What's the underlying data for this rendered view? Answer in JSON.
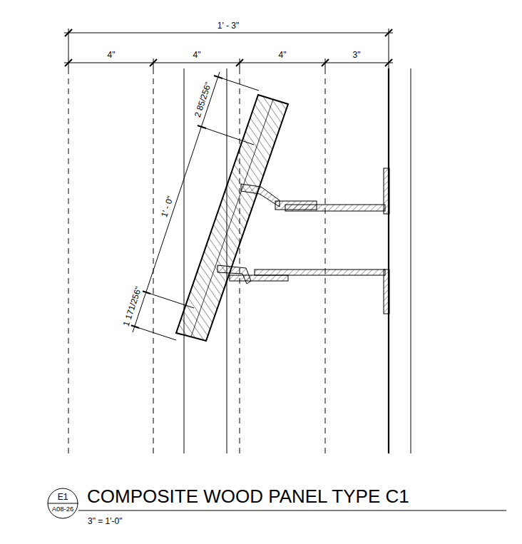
{
  "diagram": {
    "title": "COMPOSITE WOOD PANEL TYPE C1",
    "nodes": [
      {
        "text": [
          "E1",
          "A08-26"
        ]
      }
    ],
    "labels": [
      "1' - 3\"",
      "4\"",
      "4\"",
      "4\"",
      "3\"",
      "2 85/256\"",
      "1' - 0\"",
      "1 171/256\"",
      "3\" = 1'-0\""
    ]
  }
}
